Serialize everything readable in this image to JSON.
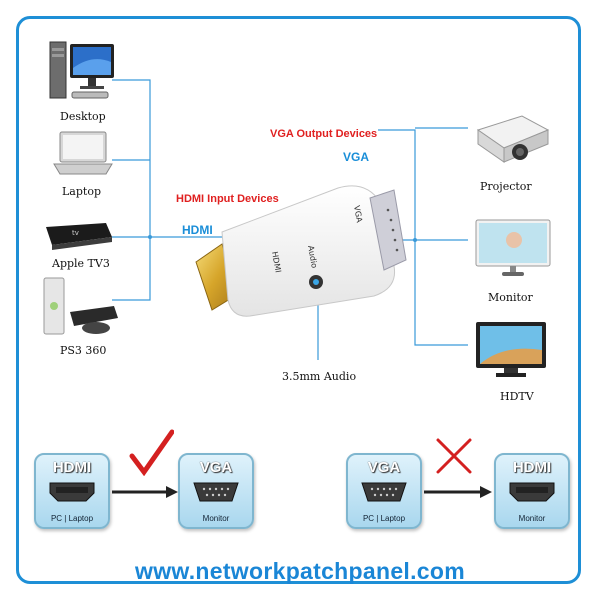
{
  "inputs": {
    "heading": "HDMI Input Devices",
    "port_label": "HDMI",
    "devices": [
      "Desktop",
      "Laptop",
      "Apple TV3",
      "PS3 360"
    ]
  },
  "outputs": {
    "heading": "VGA Output Devices",
    "port_label": "VGA",
    "devices": [
      "Projector",
      "Monitor",
      "HDTV"
    ]
  },
  "adapter": {
    "hdmi_text": "HDMI",
    "vga_text": "VGA",
    "audio_text": "Audio"
  },
  "audio": {
    "label": "3.5mm Audio"
  },
  "rules": {
    "ok": {
      "from_title": "HDMI",
      "from_sub": "PC | Laptop",
      "to_title": "VGA",
      "to_sub": "Monitor",
      "mark": "check-icon"
    },
    "bad": {
      "from_title": "VGA",
      "from_sub": "PC | Laptop",
      "to_title": "HDMI",
      "to_sub": "Monitor",
      "mark": "cross-icon"
    }
  },
  "footer": {
    "url": "www.networkpatchpanel.com"
  },
  "colors": {
    "accent": "#1e8fd6",
    "connector_line": "#3a9ad9",
    "heading_red": "#e02020",
    "check": "#d42020"
  }
}
